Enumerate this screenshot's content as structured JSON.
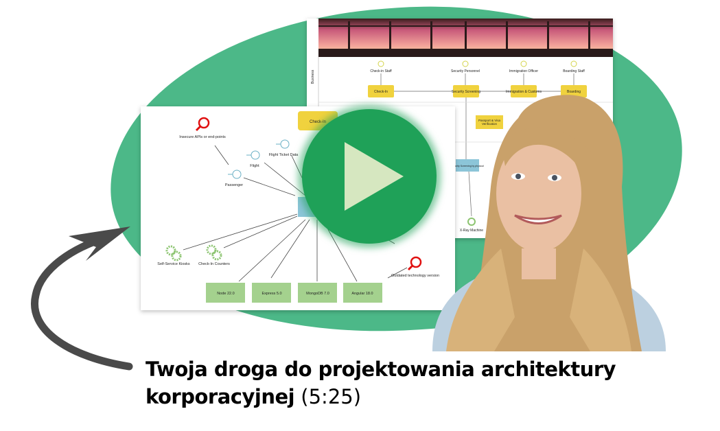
{
  "back_diagram": {
    "lane_label": "Business",
    "actors": [
      "Check-in Staff",
      "Security Personnel",
      "Immigration Officer",
      "Boarding Staff"
    ],
    "processes": [
      "Check-In",
      "Security Screening",
      "Immigration & Customs",
      "Boarding"
    ],
    "passport_box": "Passport & Visa Verification",
    "screening_box": "Security Screening by physical",
    "xray": "X-Ray Machine"
  },
  "front_diagram": {
    "check_in": "Check-In",
    "risk_1": "Insecure APIs or end-points",
    "risk_2": "Outdated technology version",
    "objects": [
      "Flight Ticket Data",
      "Flight",
      "Passenger"
    ],
    "devices": [
      "Self-Service Kiosks",
      "Check-In Counters"
    ],
    "tech": [
      "Node 22.0",
      "Express 5.0",
      "MongoDB 7.0",
      "Angular 18.0"
    ]
  },
  "caption": {
    "title": "Twoja droga do projektowania architektury korporacyjnej",
    "duration": "(5:25)"
  },
  "colors": {
    "blob": "#4cb888",
    "play": "#1fa158",
    "play_icon": "#d6e7c0"
  }
}
